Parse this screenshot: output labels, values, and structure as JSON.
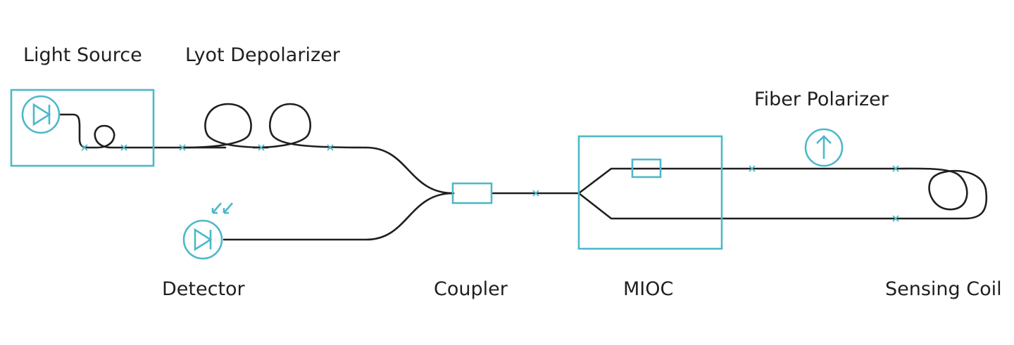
{
  "colors": {
    "component": "#4db8c9",
    "fiber": "#1f1f1f",
    "text": "#1f1f1f",
    "background": "#ffffff"
  },
  "labels": {
    "light_source": "Light Source",
    "lyot_depolarizer": "Lyot Depolarizer",
    "fiber_polarizer": "Fiber Polarizer",
    "detector": "Detector",
    "coupler": "Coupler",
    "mioc": "MIOC",
    "sensing_coil": "Sensing Coil"
  },
  "icons": {
    "light_source": "diode-icon",
    "detector": "photodiode-icon",
    "fiber_polarizer": "up-arrow-icon",
    "splice": "splice-mark-icon"
  }
}
